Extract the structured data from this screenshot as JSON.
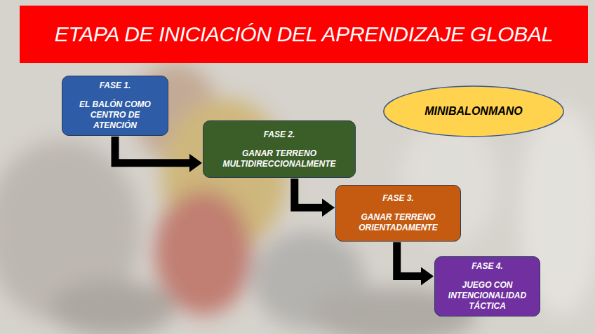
{
  "diagram": {
    "title": "ETAPA DE INICIACIÓN DEL APRENDIZAJE GLOBAL",
    "nodes": [
      {
        "text": [
          "FASE 1.",
          "EL BALÓN COMO CENTRO DE ATENCIÓN"
        ]
      },
      {
        "text": [
          "MINIBALONMANO"
        ]
      },
      {
        "text": [
          "FASE 2.",
          "GANAR TERRENO MULTIDIRECCIONALMENTE"
        ]
      },
      {
        "text": [
          "FASE 3.",
          "GANAR TERRENO ORIENTADAMENTE"
        ]
      },
      {
        "text": [
          "FASE 4.",
          "JUEGO CON INTENCIONALIDAD TÁCTICA"
        ]
      }
    ],
    "edges": [
      {
        "from": 0,
        "to": 2,
        "arrow": "to"
      },
      {
        "from": 2,
        "to": 3,
        "arrow": "to"
      },
      {
        "from": 3,
        "to": 4,
        "arrow": "to"
      }
    ]
  }
}
